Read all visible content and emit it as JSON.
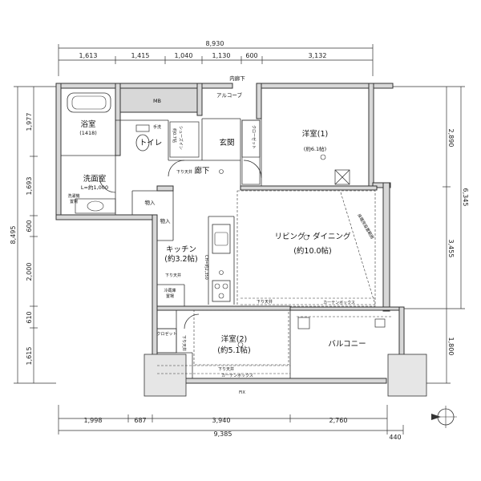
{
  "dimensions": {
    "top_total": "8,930",
    "top_segments": [
      "1,613",
      "1,415",
      "1,040",
      "1,130",
      "600",
      "3,132"
    ],
    "bottom_segments": [
      "1,998",
      "687",
      "3,940",
      "2,760"
    ],
    "bottom_total": "9,385",
    "bottom_extra": "440",
    "left_total": "8,495",
    "left_segments": [
      "1,977",
      "1,693",
      "600",
      "2,000",
      "610",
      "1,615"
    ],
    "right_total": "6,345",
    "right_segments": [
      "2,890",
      "3,455",
      "1,800"
    ]
  },
  "rooms": {
    "bath": "浴室",
    "bath_size": "(1418)",
    "toilet": "トイレ",
    "washroom": "洗面室",
    "washroom_note": "L=約1,000",
    "laundry_line1": "洗濯機",
    "laundry_line2": "置場",
    "storage": "物入",
    "storage2": "物入",
    "mb": "MB",
    "alcove": "アルコーブ",
    "inner_corridor": "内廊下",
    "entrance": "玄関",
    "corridor": "廊下",
    "western1": "洋室(1)",
    "western1_size": "(約6.1帖)",
    "closet": "クローゼット",
    "shoes_line1": "シューズイン",
    "shoes_line2": "約0.7帖",
    "living": "リビング・ダイニング",
    "living_size": "(約10.0帖)",
    "kitchen": "キッチン",
    "kitchen_size": "(約3.2帖)",
    "kitchen_ceiling": "CH=約2,350",
    "fridge_line1": "冷蔵庫",
    "fridge_line2": "置場",
    "western2": "洋室(2)",
    "western2_size": "(約5.1帖)",
    "balcony": "バルコニー",
    "closet2": "クロゼット",
    "curtain_box": "カーテンボックス",
    "curtain_box2": "カーテンボックス",
    "fix": "FIX",
    "hand_wash": "手洗",
    "lowered_ceiling_1": "下り天井",
    "lowered_ceiling_2": "下り天井",
    "lowered_ceiling_3": "下り天井",
    "lowered_ceiling_4": "下り天井",
    "lowered_ceiling_5": "下り天井",
    "floor_heating": "床暖房設置範囲"
  }
}
